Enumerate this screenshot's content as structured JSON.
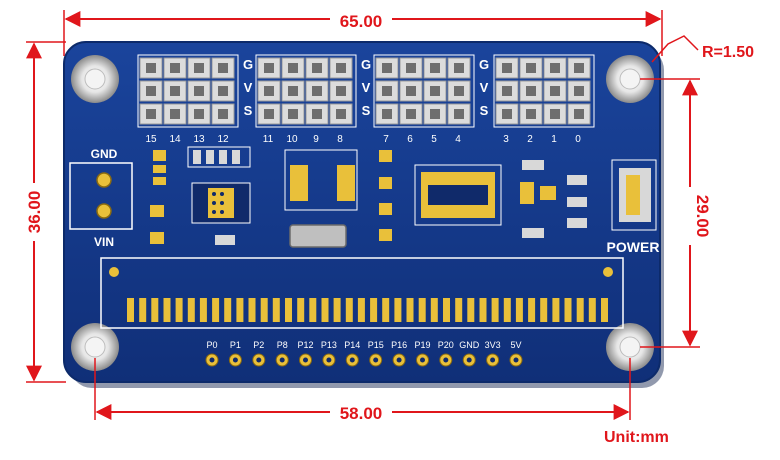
{
  "dimensions": {
    "width_top": "65.00",
    "radius": "R=1.50",
    "height_left": "36.00",
    "height_right": "29.00",
    "width_bottom": "58.00",
    "unit": "Unit:mm"
  },
  "servo_header": {
    "row_labels": [
      "G",
      "V",
      "S"
    ],
    "channel_groups": [
      [
        "15",
        "14",
        "13",
        "12"
      ],
      [
        "11",
        "10",
        "9",
        "8"
      ],
      [
        "7",
        "6",
        "5",
        "4"
      ],
      [
        "3",
        "2",
        "1",
        "0"
      ]
    ]
  },
  "terminal": {
    "top_label": "GND",
    "bottom_label": "VIN"
  },
  "power_label": "POWER",
  "bottom_pins": [
    "P0",
    "P1",
    "P2",
    "P8",
    "P12",
    "P13",
    "P14",
    "P15",
    "P16",
    "P19",
    "P20",
    "GND",
    "3V3",
    "5V"
  ],
  "colors": {
    "board": "#143a8e",
    "dimension": "#e0161b",
    "pad_gold": "#e9c03a",
    "header_silver": "#dcdcdc"
  }
}
